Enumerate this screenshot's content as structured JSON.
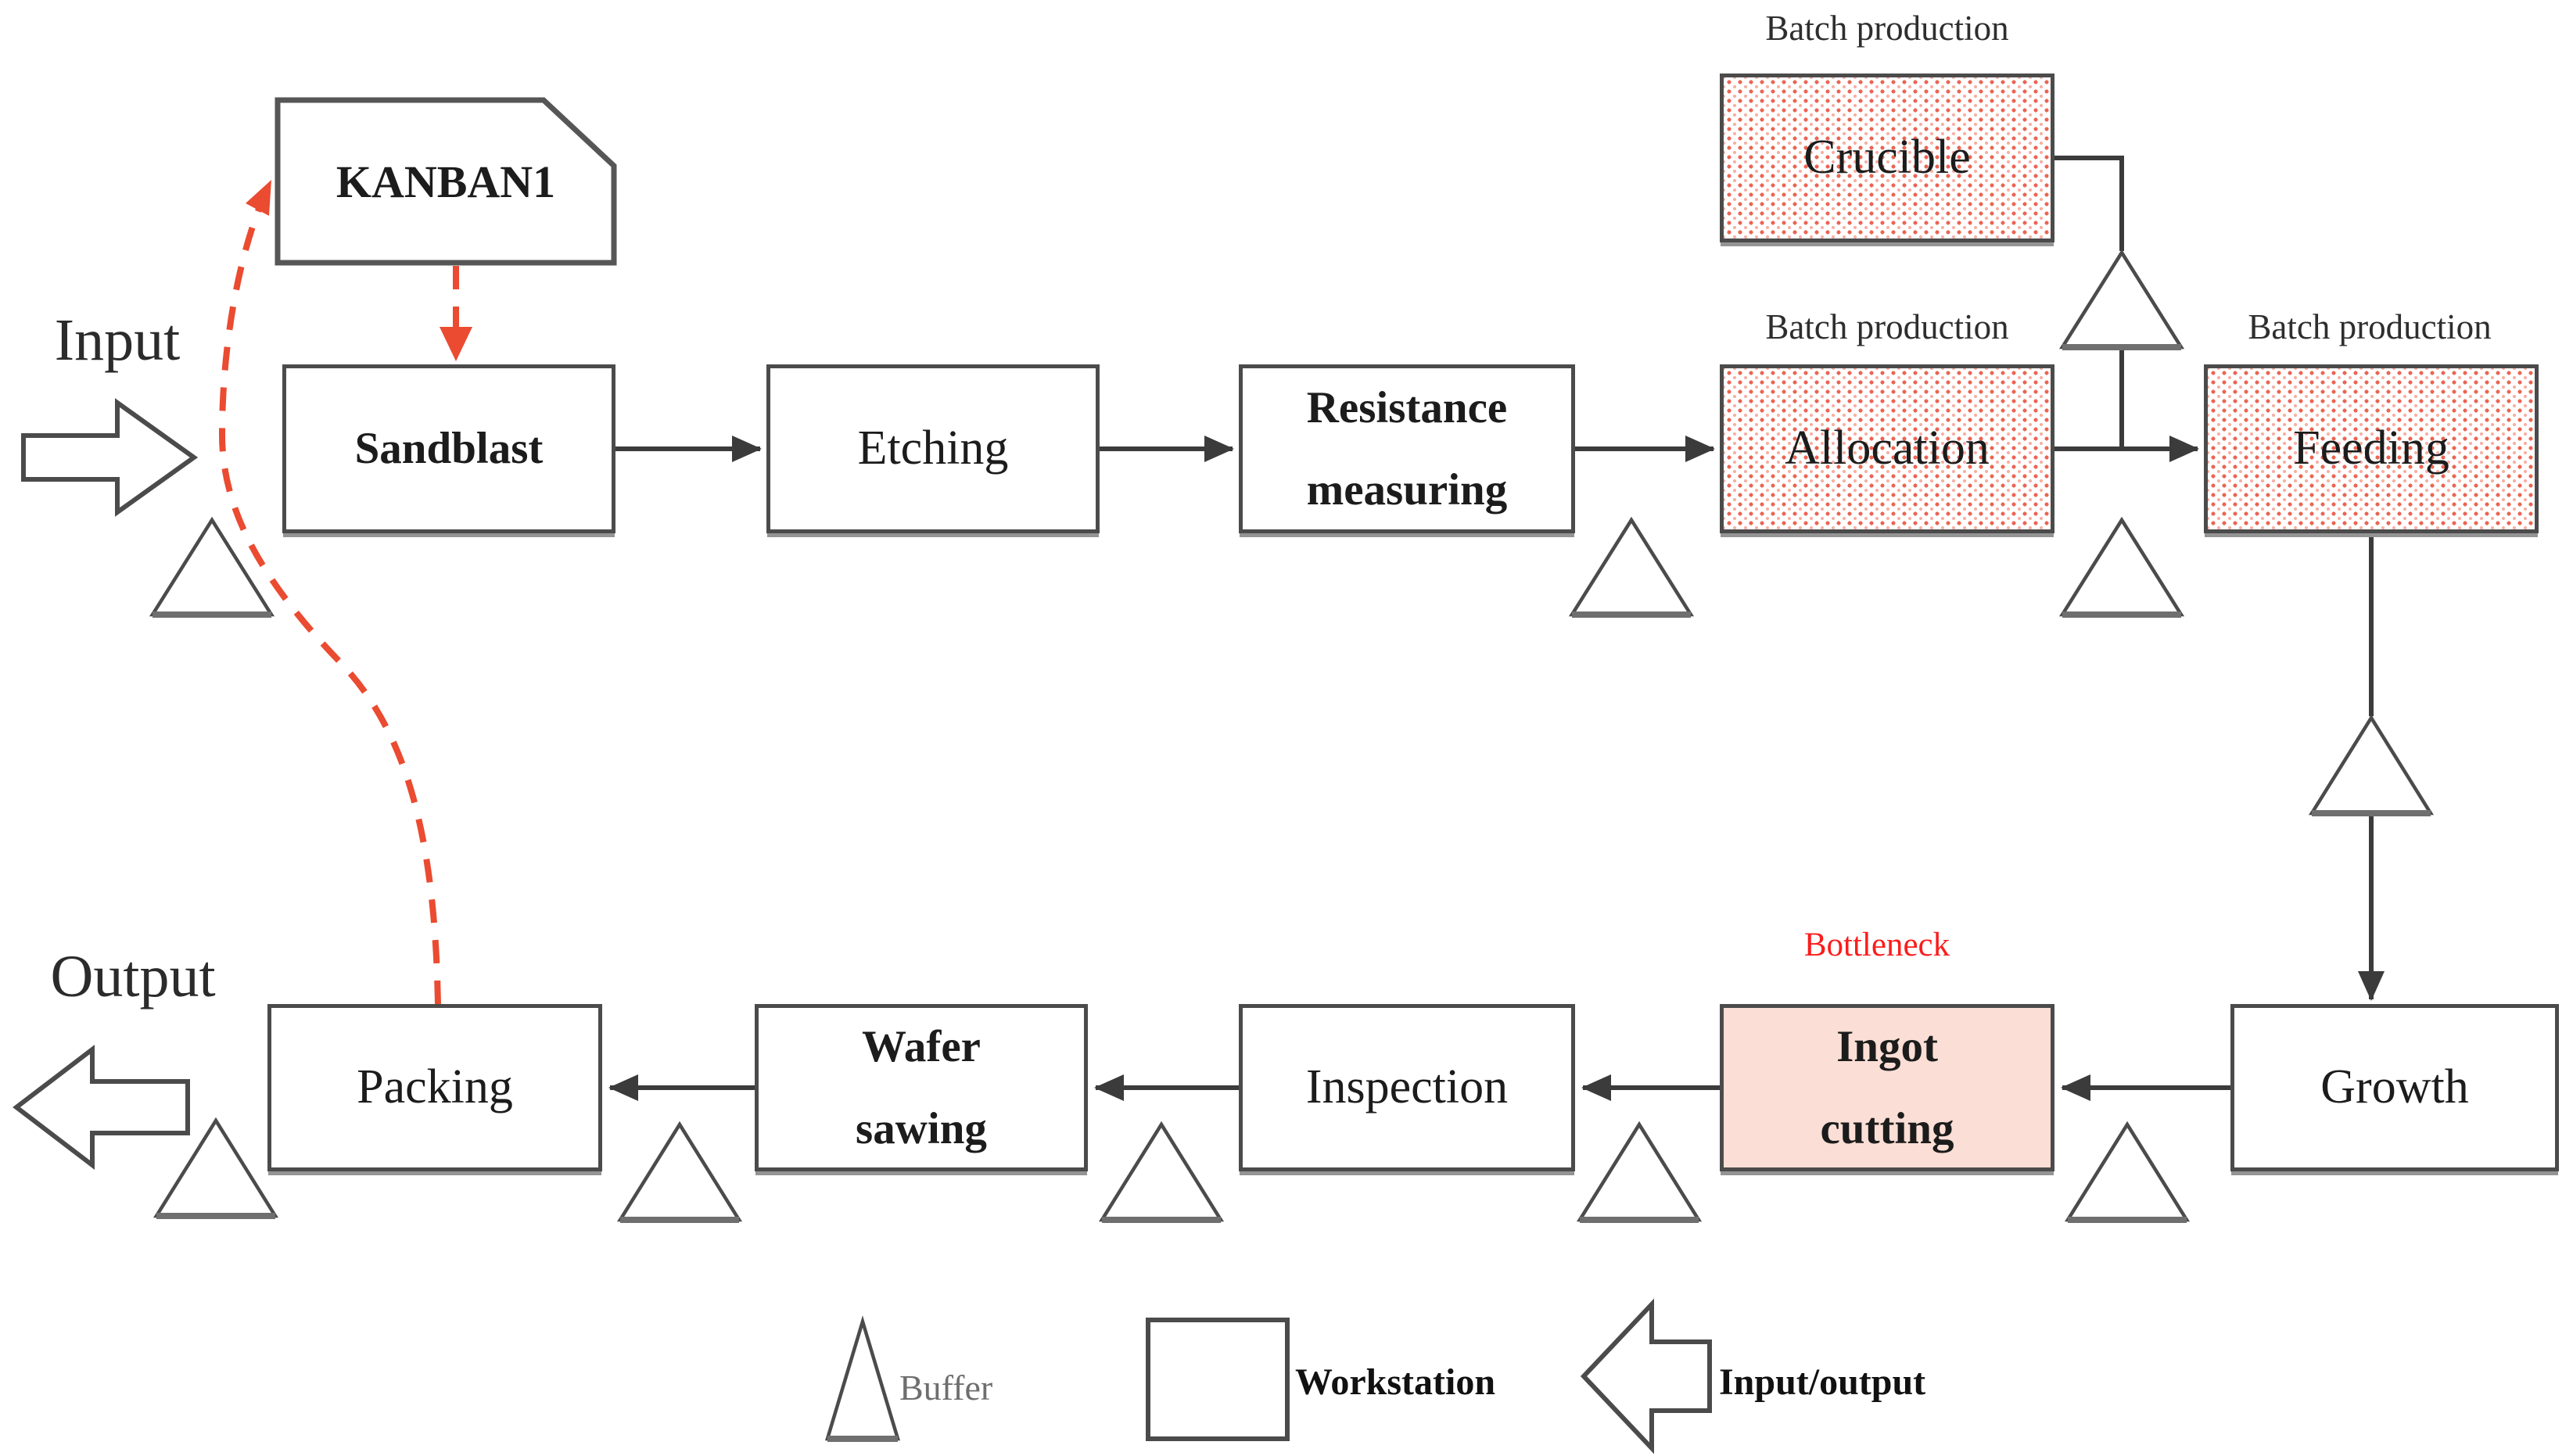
{
  "title": "Production line flow diagram with kanban control",
  "nodes": {
    "kanban": {
      "label": "KANBAN1",
      "shape": "card"
    },
    "sandblast": {
      "label": "Sandblast",
      "type": "workstation"
    },
    "etching": {
      "label": "Etching",
      "type": "workstation"
    },
    "resistance": {
      "label": "Resistance measuring",
      "type": "workstation"
    },
    "allocation": {
      "label": "Allocation",
      "type": "workstation",
      "mode": "batch-production"
    },
    "crucible": {
      "label": "Crucible",
      "type": "workstation",
      "mode": "batch-production"
    },
    "feeding": {
      "label": "Feeding",
      "type": "workstation",
      "mode": "batch-production"
    },
    "growth": {
      "label": "Growth",
      "type": "workstation"
    },
    "ingot": {
      "label": "Ingot cutting",
      "type": "workstation",
      "mode": "bottleneck"
    },
    "inspection": {
      "label": "Inspection",
      "type": "workstation"
    },
    "wafer": {
      "label": "Wafer sawing",
      "type": "workstation"
    },
    "packing": {
      "label": "Packing",
      "type": "workstation"
    }
  },
  "annotations": {
    "batch_production": "Batch production",
    "bottleneck": "Bottleneck"
  },
  "io": {
    "input_label": "Input",
    "output_label": "Output"
  },
  "legend": {
    "buffer_label": "Buffer",
    "workstation_label": "Workstation",
    "io_label": "Input/output"
  },
  "edges": [
    "Input -> Sandblast",
    "Sandblast -> Etching",
    "Etching -> Resistance measuring",
    "Resistance measuring -> Allocation",
    "Allocation -> Feeding",
    "Crucible -> Feeding junction",
    "Feeding -> Growth",
    "Growth -> Ingot cutting",
    "Ingot cutting -> Inspection",
    "Inspection -> Wafer sawing",
    "Wafer sawing -> Packing",
    "Packing -> Output",
    "KANBAN1 -> Sandblast (kanban signal)",
    "Packing -> KANBAN1 (kanban signal)"
  ],
  "colors": {
    "border_gray": "#4b4b4b",
    "kanban_signal_red": "#ea4b31",
    "batch_dot_red": "#e84a34",
    "bottleneck_fill": "#fbded5",
    "bottleneck_label_red": "#fb1d1d"
  }
}
